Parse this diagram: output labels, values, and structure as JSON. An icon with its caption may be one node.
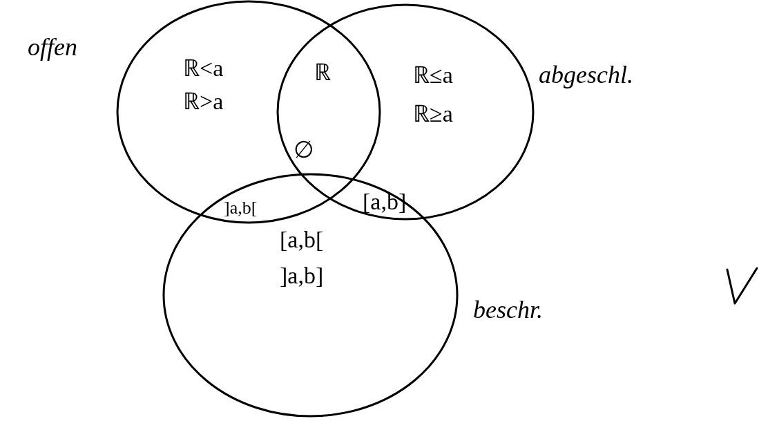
{
  "diagram": {
    "nodes": [
      {
        "text": [
          "offen"
        ]
      },
      {
        "text": [
          "abgeschl."
        ]
      },
      {
        "text": [
          "beschr."
        ]
      }
    ],
    "labels": [
      "ℝ<a",
      "ℝ>a",
      "ℝ",
      "ℝ≤a",
      "ℝ≥a",
      "∅",
      "]a,b[",
      "[a,b]",
      "[a,b[",
      "]a,b]"
    ]
  }
}
